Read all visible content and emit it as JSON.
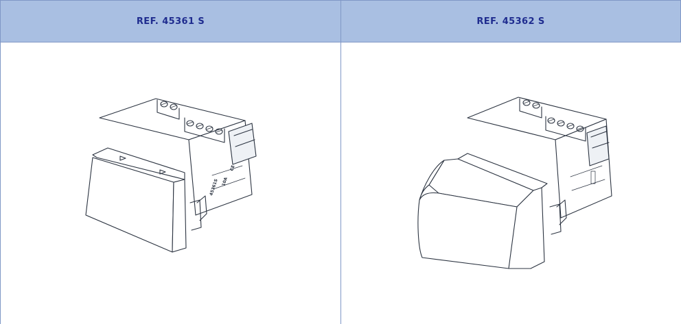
{
  "table": {
    "headers": [
      "REF. 45361 S",
      "REF. 45362 S"
    ]
  },
  "products": [
    {
      "drawing": "switch-module-flat-rocker-line-drawing"
    },
    {
      "drawing": "switch-module-raised-rocker-line-drawing"
    }
  ],
  "colors": {
    "header_bg": "#a9bfe2",
    "header_text": "#1f2c8f"
  }
}
